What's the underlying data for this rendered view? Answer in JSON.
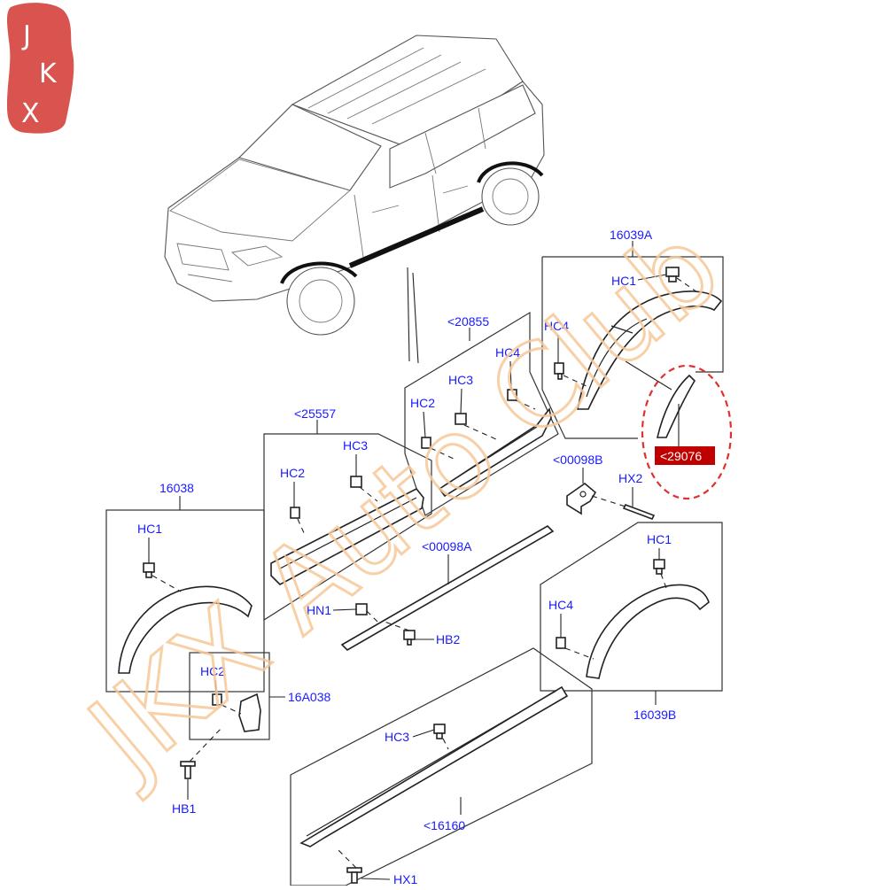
{
  "logo": {
    "letters": [
      "J",
      "K",
      "X"
    ],
    "bg_color": "#d9534f",
    "text_color": "#ffffff"
  },
  "watermark": {
    "text": "JKX Auto Club",
    "color": "#f7c89a"
  },
  "highlight": {
    "label": "<29076",
    "label_bg": "#c00000",
    "ring_color": "#e03030"
  },
  "labels": {
    "p16039A": "16039A",
    "p20855": "<20855",
    "p25557": "<25557",
    "p16038": "16038",
    "p00098B": "<00098B",
    "p00098A": "<00098A",
    "p16A038": "16A038",
    "p16039B": "16039B",
    "p16160": "<16160",
    "hc1_top": "HC1",
    "hc4_top": "HC4",
    "hc3_mid": "HC3",
    "hc4_mid": "HC4",
    "hc2_mid": "HC2",
    "hc3_left": "HC3",
    "hc2_left": "HC2",
    "hx2": "HX2",
    "hc1_left": "HC1",
    "hn1": "HN1",
    "hb2": "HB2",
    "hc1_right": "HC1",
    "hc4_right": "HC4",
    "hc2_flap": "HC2",
    "hc3_bottom": "HC3",
    "hb1": "HB1",
    "hx1": "HX1"
  }
}
